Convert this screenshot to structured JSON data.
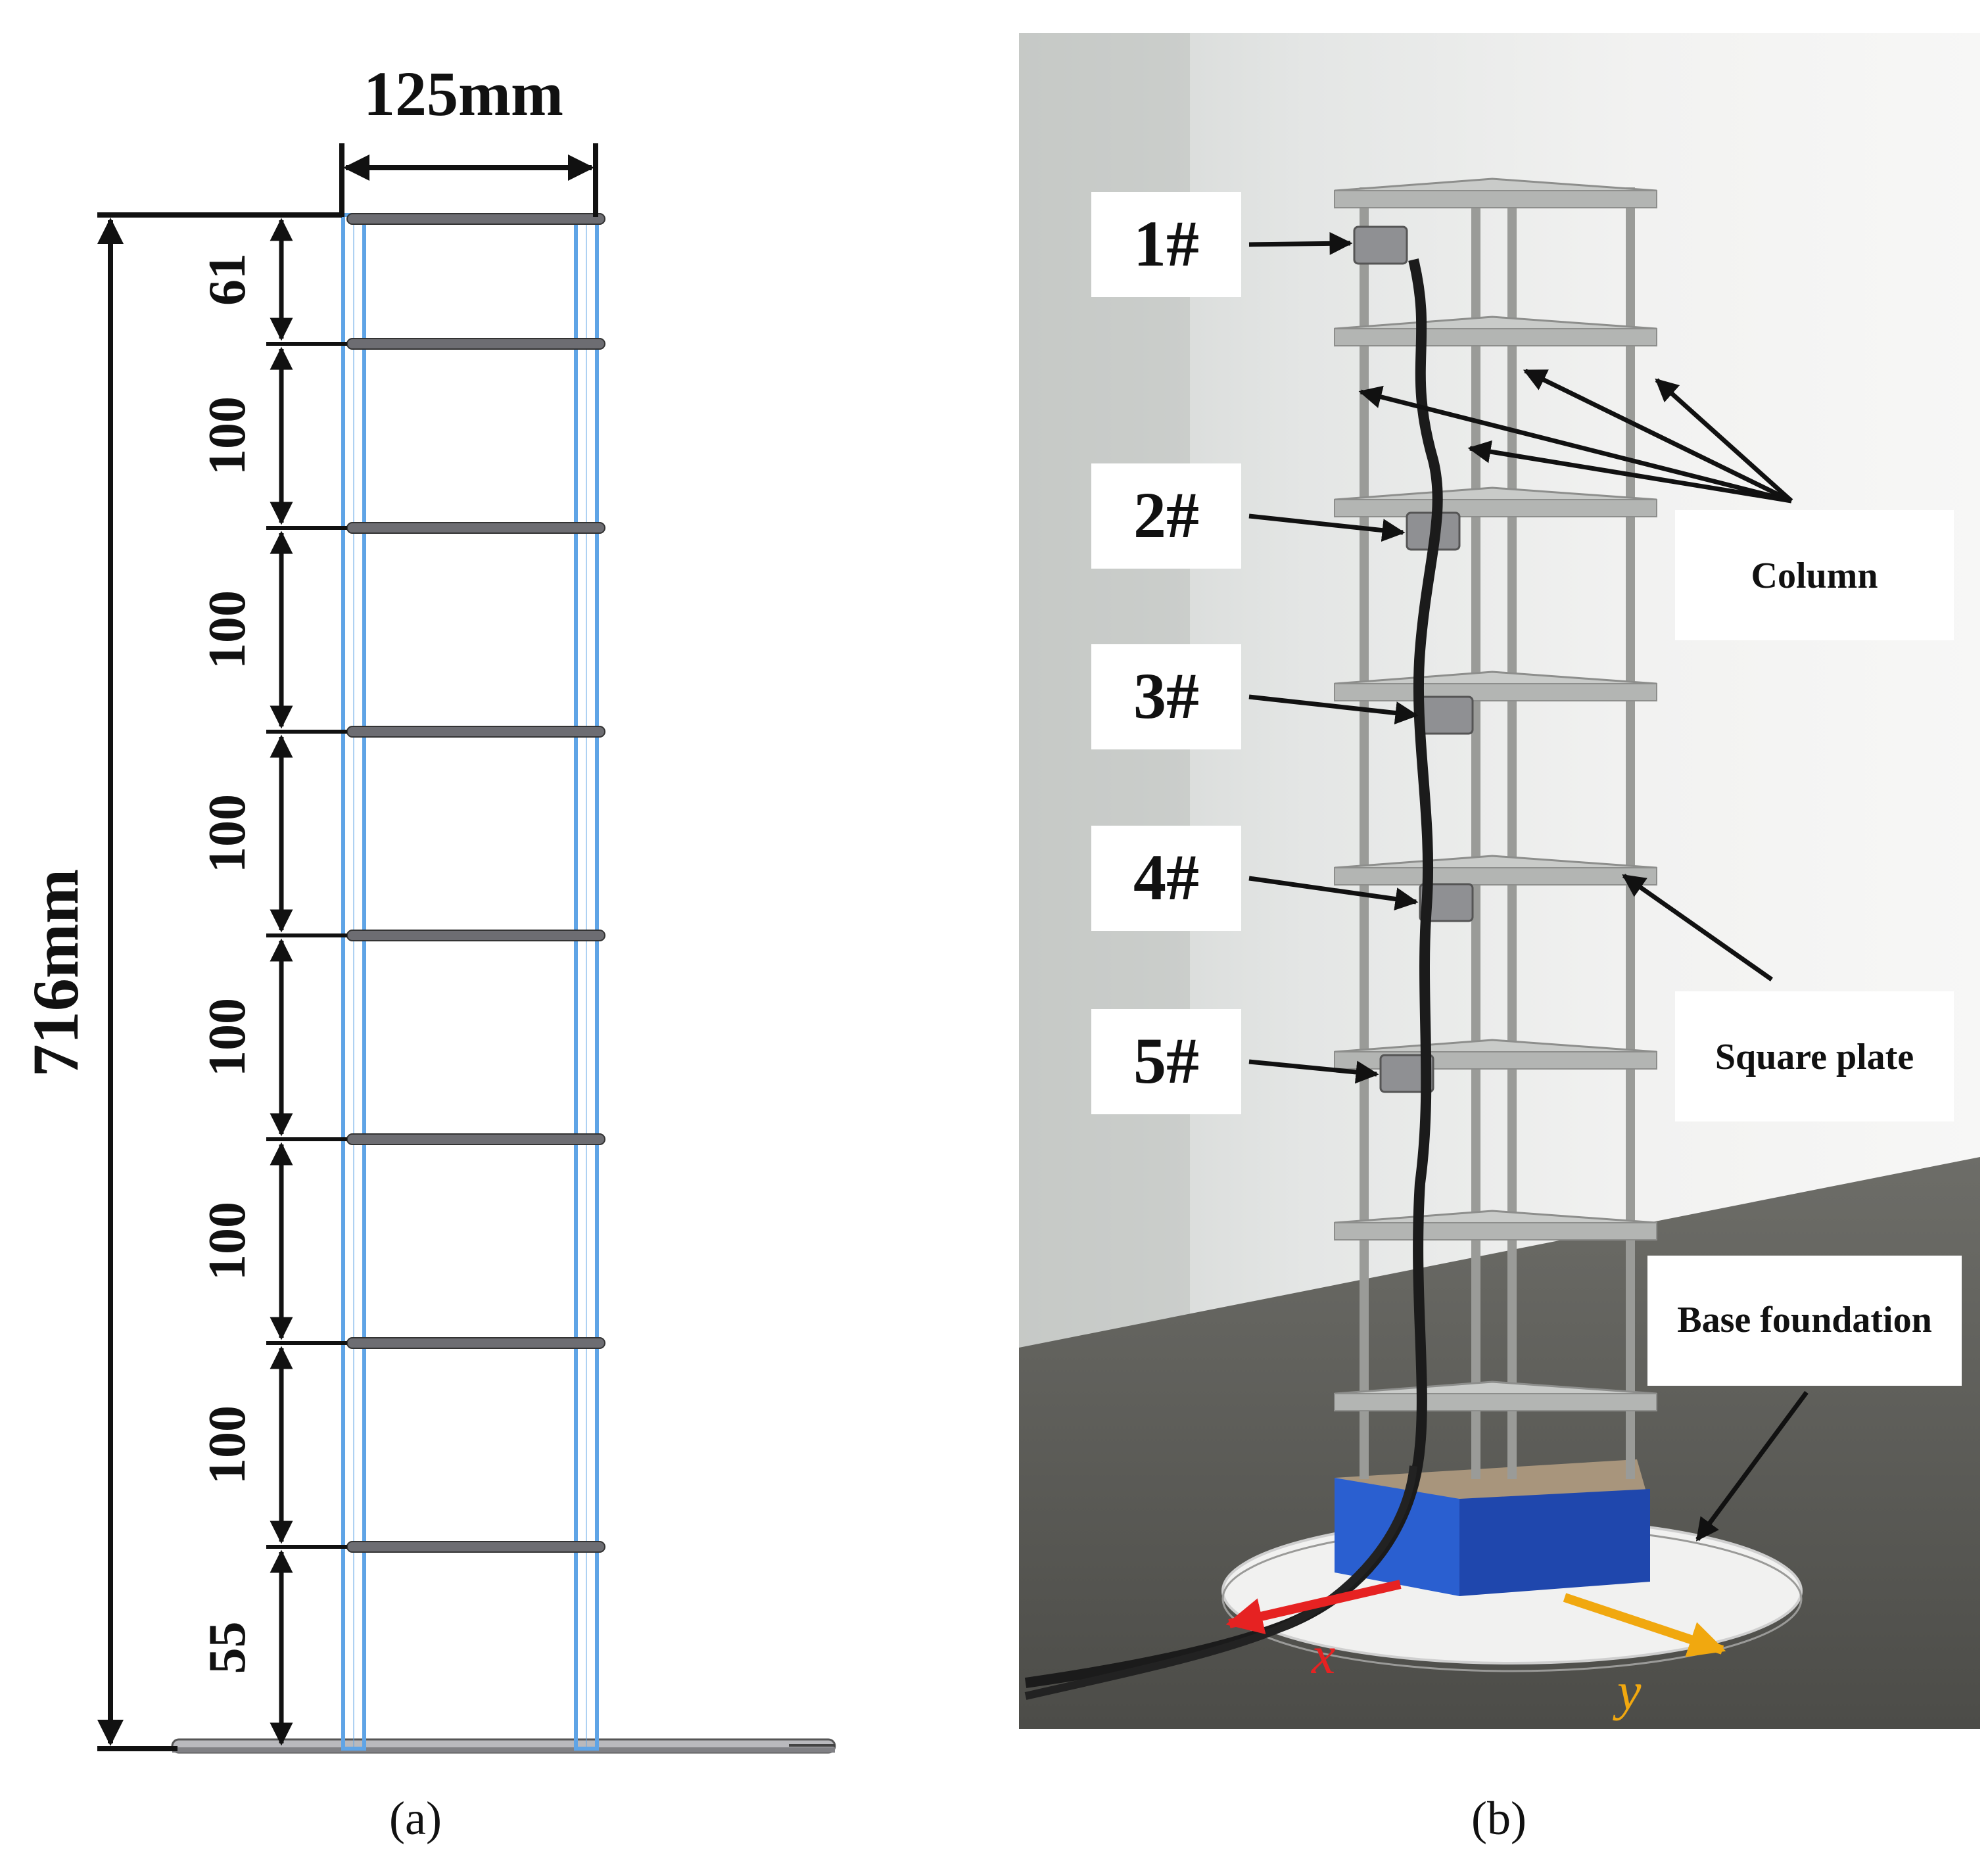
{
  "panel_a": {
    "caption": "(a)",
    "width_label": "125mm",
    "height_label": "716mm",
    "story_labels": [
      "61",
      "100",
      "100",
      "100",
      "100",
      "100",
      "100",
      "55"
    ]
  },
  "panel_b": {
    "caption": "(b)",
    "sensor_labels": [
      "1#",
      "2#",
      "3#",
      "4#",
      "5#"
    ],
    "callouts": {
      "column": "Column",
      "square_plate": "Square plate",
      "base_foundation": "Base foundation"
    },
    "axes": {
      "x_label": "x",
      "y_label": "y"
    }
  },
  "colors": {
    "column_outline": "#5fa4e6",
    "plate": "#6d6d72",
    "ink": "#111111",
    "base_block": "#2453c6",
    "x_axis": "#e62222",
    "y_axis": "#f1a80f"
  }
}
